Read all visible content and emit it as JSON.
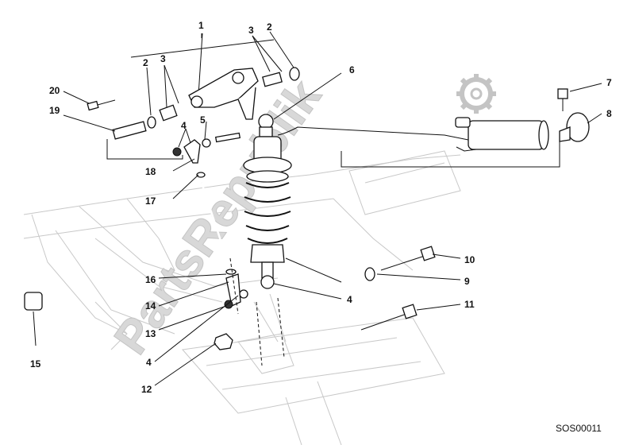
{
  "diagram": {
    "callouts": {
      "c1": "1",
      "c2a": "2",
      "c2b": "2",
      "c3a": "3",
      "c3b": "3",
      "c4a": "4",
      "c4b": "4",
      "c4c": "4",
      "c5": "5",
      "c6": "6",
      "c7": "7",
      "c8": "8",
      "c9": "9",
      "c10": "10",
      "c11": "11",
      "c12": "12",
      "c13": "13",
      "c14": "14",
      "c15": "15",
      "c16": "16",
      "c17": "17",
      "c18": "18",
      "c19": "19",
      "c20": "20"
    },
    "drawing_code": "SOS00011",
    "watermark": "PartsRepublik"
  },
  "colors": {
    "ink": "#111111",
    "frame": "#c8c8c8",
    "watermark": "#d8d8d8"
  },
  "icons": {
    "watermark_logo": "gear-icon"
  }
}
